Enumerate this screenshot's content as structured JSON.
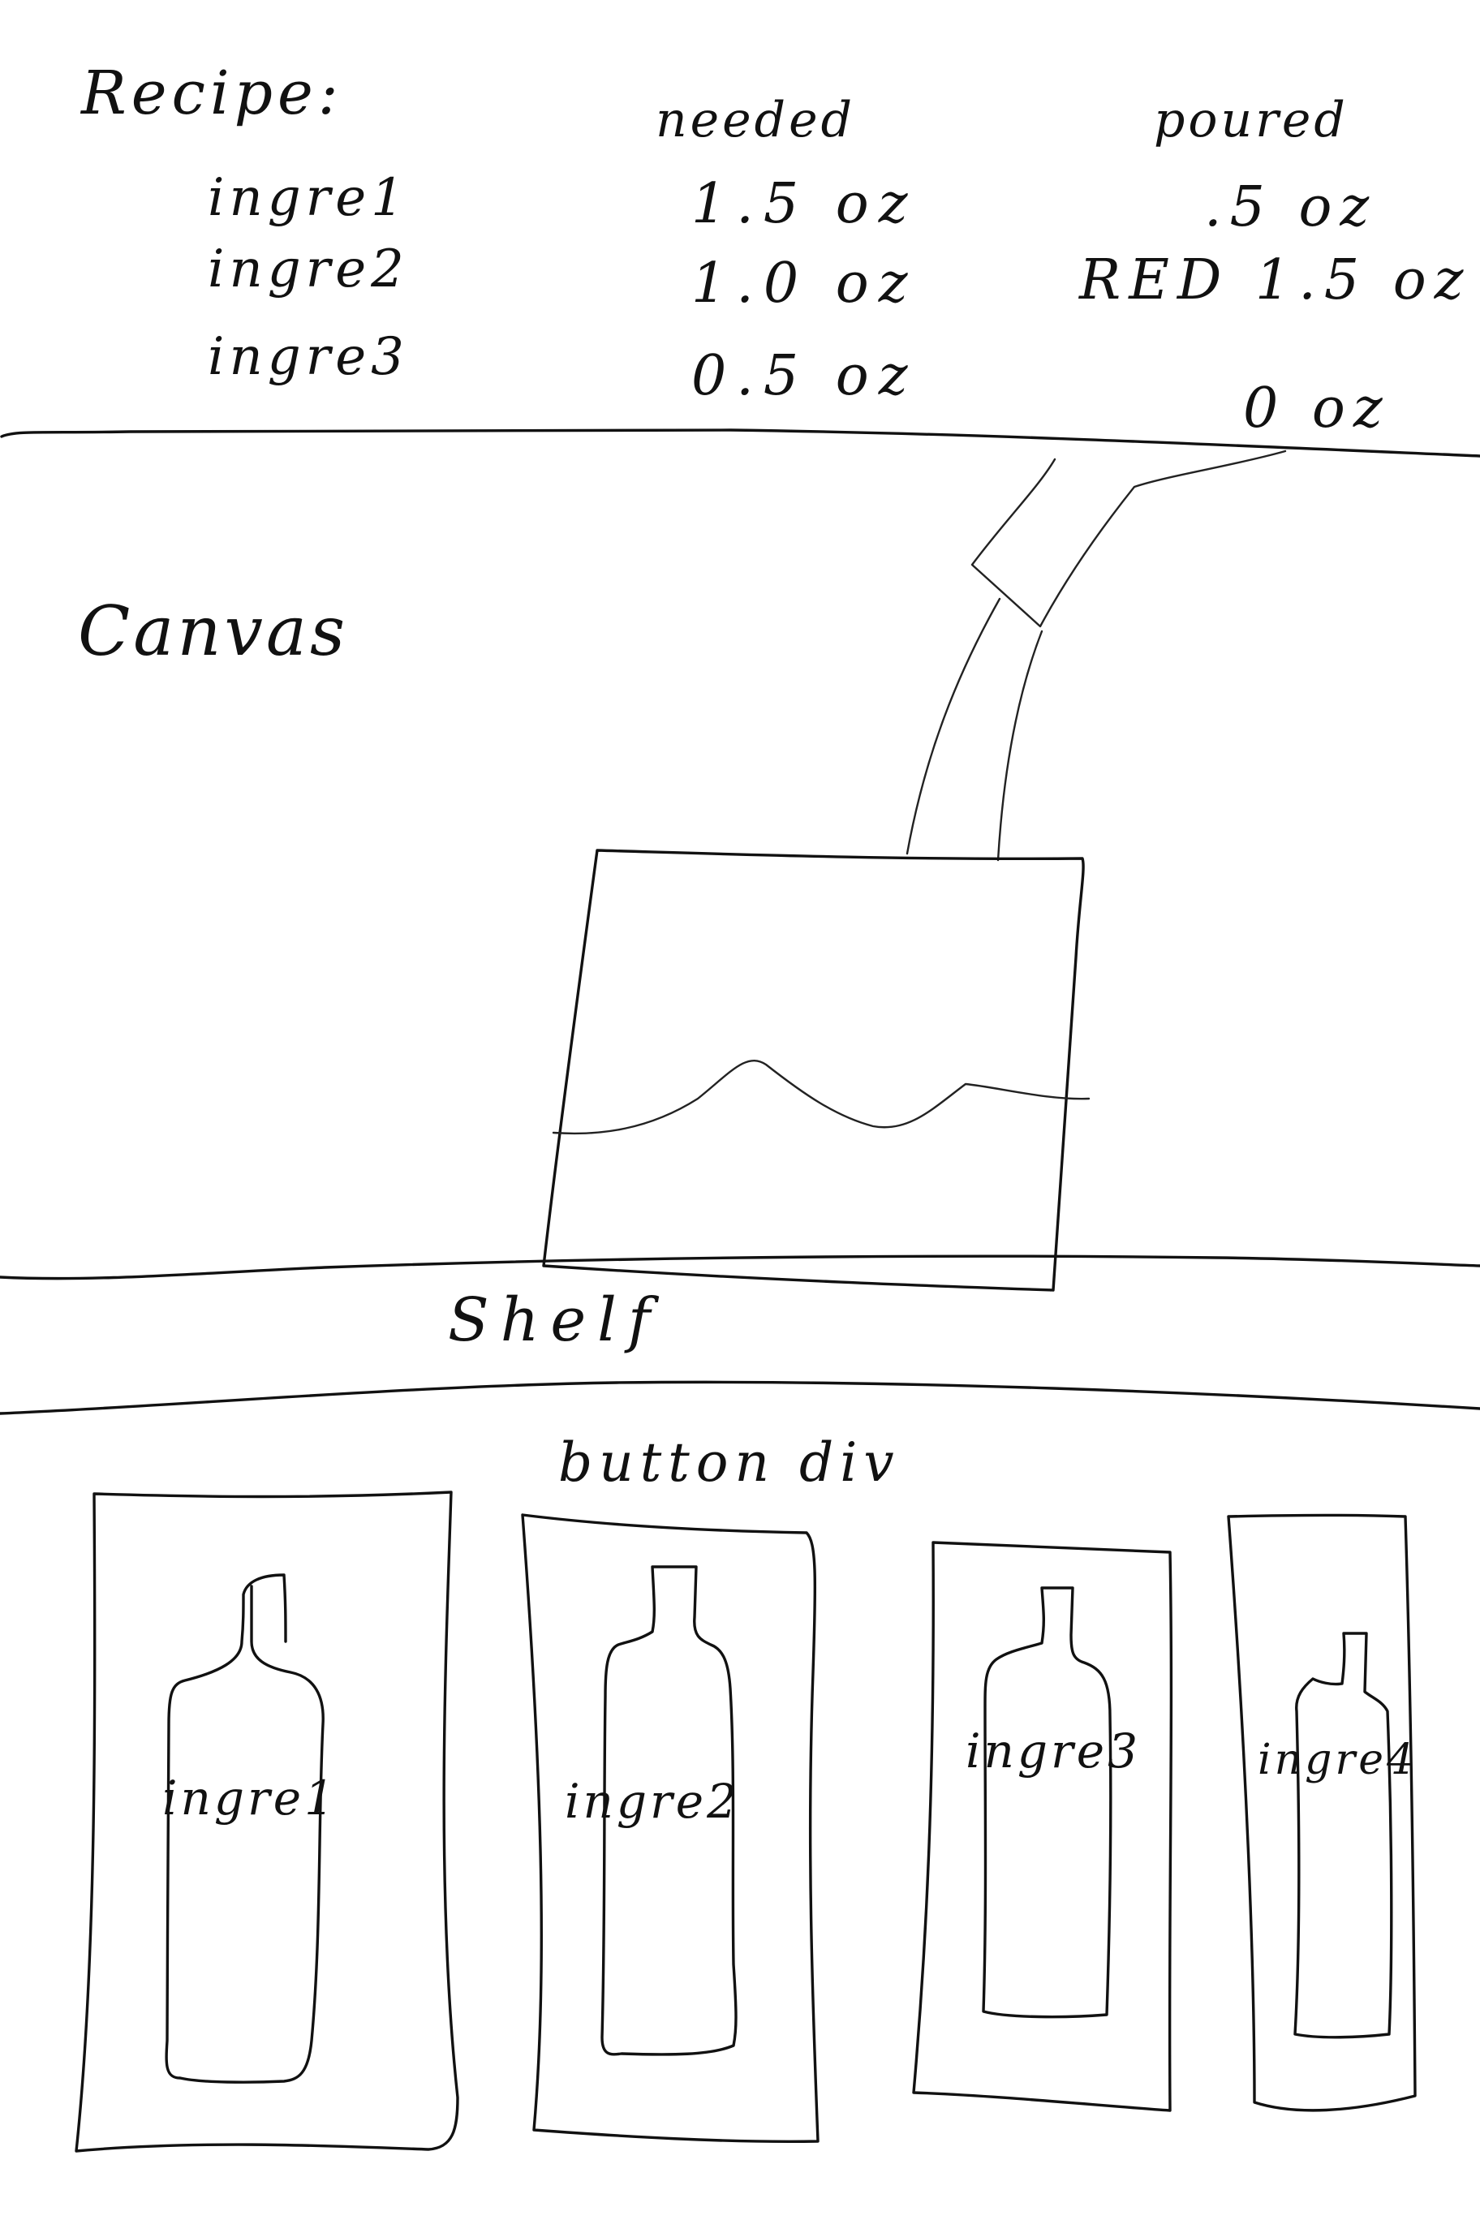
{
  "recipe": {
    "title": "Recipe:",
    "columns": {
      "needed": "needed",
      "poured": "poured"
    },
    "rows": [
      {
        "name": "ingre1",
        "needed": "1.5 oz",
        "poured": ".5 oz"
      },
      {
        "name": "ingre2",
        "needed": "1.0 oz",
        "poured": "RED 1.5 oz"
      },
      {
        "name": "ingre3",
        "needed": "0.5 oz",
        "poured": "0 oz"
      }
    ]
  },
  "canvas": {
    "label": "Canvas"
  },
  "shelf": {
    "label": "Shelf"
  },
  "button_div": {
    "label": "button div",
    "buttons": [
      {
        "label": "ingre1"
      },
      {
        "label": "ingre2"
      },
      {
        "label": "ingre3"
      },
      {
        "label": "ingre4"
      }
    ]
  },
  "icons": {
    "glass": "glass-icon",
    "pour_stream": "pour-stream-icon",
    "bottle": "bottle-icon"
  }
}
